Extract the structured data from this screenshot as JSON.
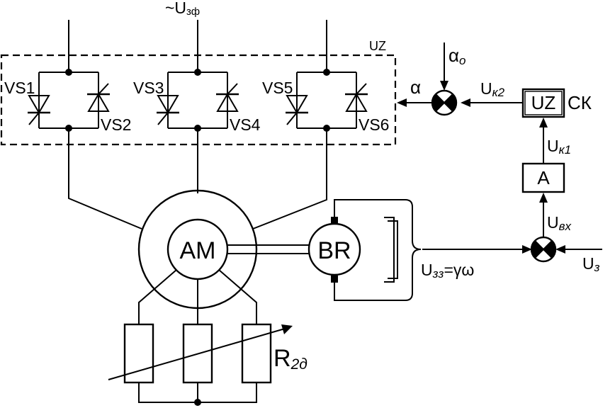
{
  "supply": {
    "prefix": "~U",
    "subscript": "зф"
  },
  "converter": {
    "label": "UZ"
  },
  "thyristors": {
    "vs1": "VS1",
    "vs2": "VS2",
    "vs3": "VS3",
    "vs4": "VS4",
    "vs5": "VS5",
    "vs6": "VS6"
  },
  "motor": {
    "label": "AM"
  },
  "tacho": {
    "label": "BR"
  },
  "resistor": {
    "main": "R",
    "subscript": "2д"
  },
  "feedback": {
    "main": "U",
    "subscript": "зз",
    "formula": "=γω"
  },
  "setpoint": {
    "main": "U",
    "subscript": "з"
  },
  "input_signal": {
    "main": "U",
    "subscript": "вх"
  },
  "amplifier": {
    "label": "A"
  },
  "uk1": {
    "main": "U",
    "subscript": "к1"
  },
  "ck_block": {
    "label": "UZ",
    "side_label": "СК"
  },
  "uk2": {
    "main": "U",
    "subscript": "к2"
  },
  "alpha_out": {
    "label": "α"
  },
  "alpha_0": {
    "main": "α",
    "subscript": "о"
  }
}
